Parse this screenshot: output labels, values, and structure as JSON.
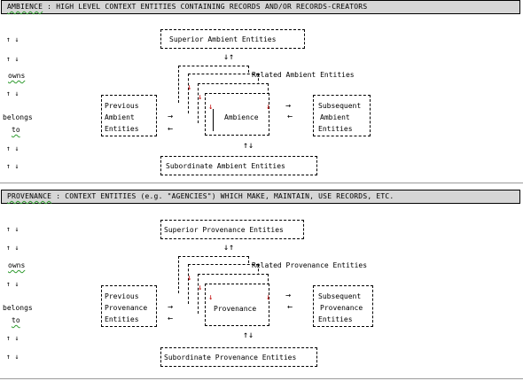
{
  "ambience": {
    "header_keyword": "AMBIENCE",
    "header_rest": " : HIGH LEVEL CONTEXT ENTITIES CONTAINING RECORDS AND/OR RECORDS-CREATORS",
    "superior": "Superior Ambient Entities",
    "related": "Related Ambient Entities",
    "center": "Ambience",
    "previous": [
      "Previous",
      "Ambient",
      "Entities"
    ],
    "subsequent": [
      "Subsequent",
      "Ambient",
      "Entities"
    ],
    "subordinate": "Subordinate Ambient Entities"
  },
  "provenance": {
    "header_keyword": "PROVENANCE",
    "header_rest": " : CONTEXT ENTITIES (e.g. \"AGENCIES\") WHICH MAKE, MAINTAIN, USE RECORDS, ETC.",
    "superior": "Superior Provenance Entities",
    "related": "Related Provenance Entities",
    "center": "Provenance",
    "previous": [
      "Previous",
      "Provenance",
      "Entities"
    ],
    "subsequent": [
      "Subsequent",
      "Provenance",
      "Entities"
    ],
    "subordinate": "Subordinate Provenance Entities"
  },
  "left_column": {
    "updown": "↑ ↓",
    "owns": "owns",
    "belongs": "belongs",
    "to": "to"
  },
  "arrows": {
    "right": "→",
    "left": "←",
    "vertical_top": "↓↑",
    "vertical_bottom": "↑↓"
  },
  "colors": {
    "header_bg": "#d6d6d6",
    "accent_red": "#c00000",
    "spell_underline": "#2e9a2e"
  }
}
